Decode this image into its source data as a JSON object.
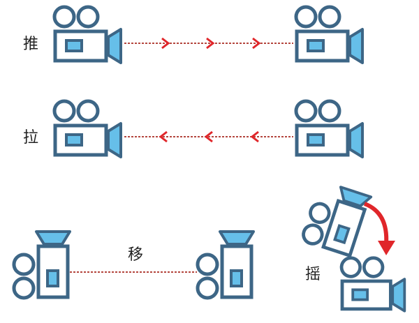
{
  "labels": {
    "push": "推",
    "pull": "拉",
    "move": "移",
    "pan": "摇"
  },
  "colors": {
    "camera_stroke": "#3d6686",
    "lens_fill": "#66bfe9",
    "dashed_line": "#b4463e",
    "arrow": "#e0262a"
  },
  "icons": [
    "video-camera-icon",
    "chevron-right-icon",
    "chevron-left-icon",
    "curved-arrow-icon"
  ]
}
